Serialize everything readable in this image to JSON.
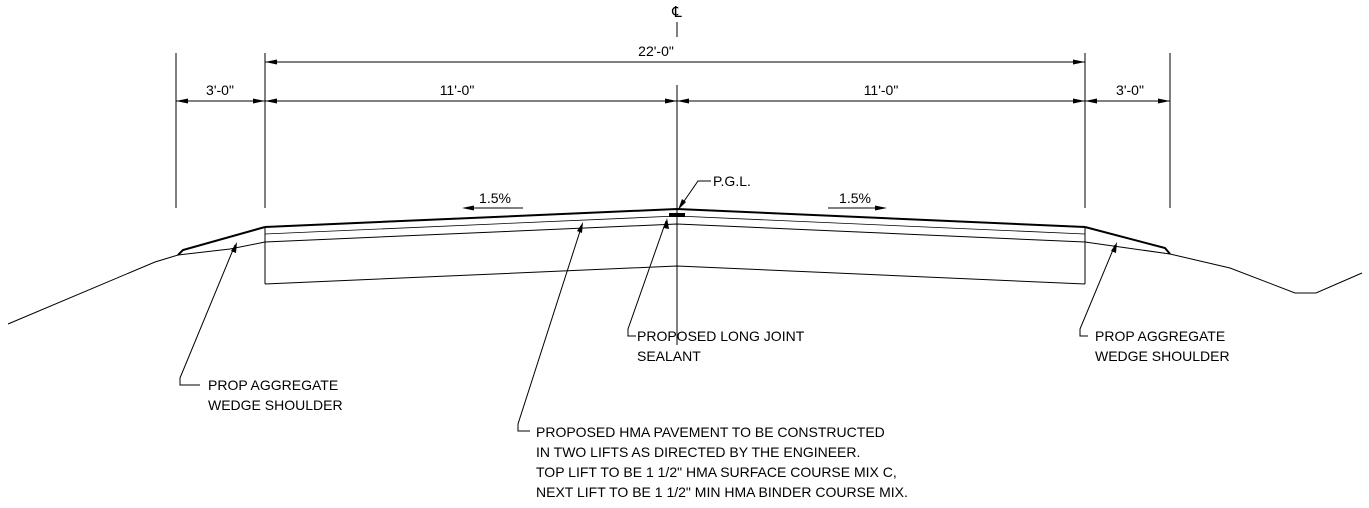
{
  "centerline_symbol": "℄",
  "dimensions": {
    "total": "22'-0\"",
    "left_shoulder": "3'-0\"",
    "left_lane": "11'-0\"",
    "right_lane": "11'-0\"",
    "right_shoulder": "3'-0\""
  },
  "slopes": {
    "left": "1.5%",
    "right": "1.5%"
  },
  "labels": {
    "pgl": "P.G.L.",
    "long_joint": [
      "PROPOSED LONG JOINT",
      "SEALANT"
    ],
    "left_shoulder": [
      "PROP AGGREGATE",
      "WEDGE SHOULDER"
    ],
    "right_shoulder": [
      "PROP AGGREGATE",
      "WEDGE SHOULDER"
    ],
    "hma_note": [
      "PROPOSED HMA PAVEMENT TO BE CONSTRUCTED",
      "IN TWO LIFTS AS DIRECTED BY THE ENGINEER.",
      "TOP LIFT TO BE 1 1/2\" HMA SURFACE COURSE MIX C,",
      "NEXT LIFT TO BE 1 1/2\" MIN HMA BINDER COURSE MIX."
    ]
  }
}
